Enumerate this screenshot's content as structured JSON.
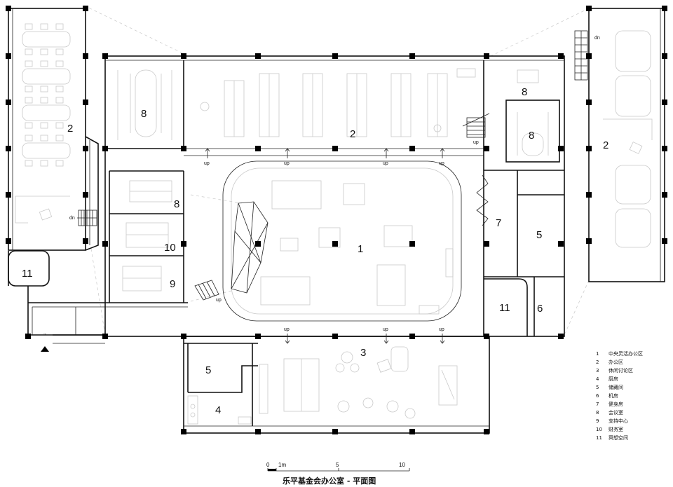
{
  "title": "乐平基金会办公室 - 平面图",
  "rooms": [
    {
      "id": "r2-left",
      "label": "2"
    },
    {
      "id": "r11-left",
      "label": "11"
    },
    {
      "id": "r8-top-left",
      "label": "8"
    },
    {
      "id": "r2-top",
      "label": "2"
    },
    {
      "id": "r8-top-right",
      "label": "8"
    },
    {
      "id": "r8-meeting",
      "label": "8"
    },
    {
      "id": "r2-right",
      "label": "2"
    },
    {
      "id": "r8-mid-left",
      "label": "8"
    },
    {
      "id": "r10",
      "label": "10"
    },
    {
      "id": "r9",
      "label": "9"
    },
    {
      "id": "r1",
      "label": "1"
    },
    {
      "id": "r7",
      "label": "7"
    },
    {
      "id": "r5-right",
      "label": "5"
    },
    {
      "id": "r11-right",
      "label": "11"
    },
    {
      "id": "r6",
      "label": "6"
    },
    {
      "id": "r3",
      "label": "3"
    },
    {
      "id": "r5-bottom",
      "label": "5"
    },
    {
      "id": "r4",
      "label": "4"
    }
  ],
  "stair_labels": {
    "up": "up",
    "dn": "dn"
  },
  "legend": [
    {
      "num": "1",
      "text": "中央灵活办公区"
    },
    {
      "num": "2",
      "text": "办公区"
    },
    {
      "num": "3",
      "text": "休闲讨论区"
    },
    {
      "num": "4",
      "text": "厨房"
    },
    {
      "num": "5",
      "text": "储藏间"
    },
    {
      "num": "6",
      "text": "机房"
    },
    {
      "num": "7",
      "text": "健身房"
    },
    {
      "num": "8",
      "text": "会议室"
    },
    {
      "num": "9",
      "text": "支持中心"
    },
    {
      "num": "10",
      "text": "财务室"
    },
    {
      "num": "11",
      "text": "冥想空间"
    }
  ],
  "scale": {
    "ticks": [
      "0",
      "1m",
      "5",
      "10"
    ]
  }
}
